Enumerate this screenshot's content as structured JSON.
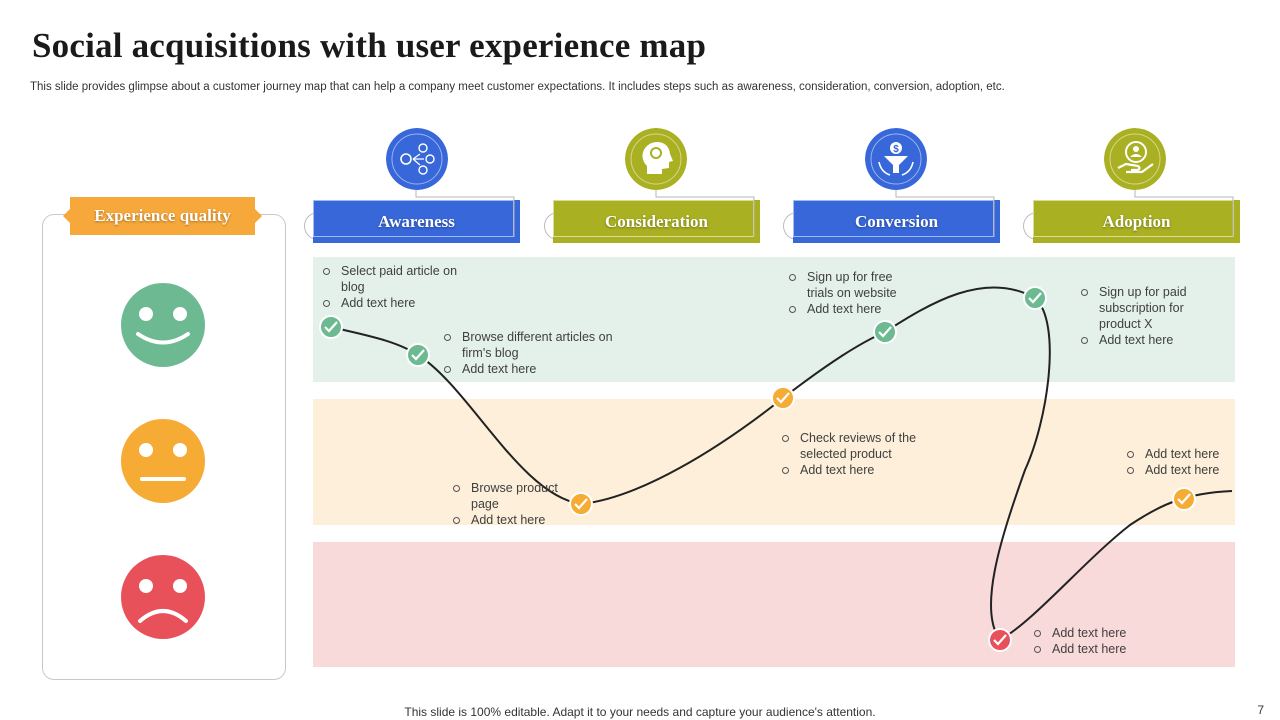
{
  "title": "Social acquisitions with user experience map",
  "subtitle": "This slide provides glimpse about a customer journey map that can help a company meet customer expectations. It includes steps such as awareness, consideration, conversion, adoption, etc.",
  "experience_quality": {
    "label": "Experience quality",
    "levels": [
      {
        "name": "happy",
        "color": "#6dba92"
      },
      {
        "name": "neutral",
        "color": "#f6ab34"
      },
      {
        "name": "sad",
        "color": "#e8515a"
      }
    ]
  },
  "bands": {
    "positive": "#e4f1ea",
    "neutral": "#fdefd9",
    "negative": "#f9dadb"
  },
  "stages": [
    {
      "label": "Awareness",
      "color": "#3767d9",
      "icon": "users-network-icon"
    },
    {
      "label": "Consideration",
      "color": "#a9b022",
      "icon": "head-magnifier-icon"
    },
    {
      "label": "Conversion",
      "color": "#3767d9",
      "icon": "money-funnel-icon"
    },
    {
      "label": "Adoption",
      "color": "#a9b022",
      "icon": "hand-person-icon"
    }
  ],
  "notes": {
    "n1": [
      "Select paid article on blog",
      "Add text here"
    ],
    "n2": [
      "Browse different articles on firm's blog",
      "Add text here"
    ],
    "n3": [
      "Browse product page",
      "Add text here"
    ],
    "n4": [
      "Check reviews  of the selected product",
      "Add text here"
    ],
    "n5": [
      "Sign up for free trials on website",
      "Add text here"
    ],
    "n6": [
      "Sign up for paid subscription for product X",
      "Add text here"
    ],
    "n7": [
      "Add text here",
      "Add text here"
    ],
    "n8": [
      "Add text here",
      "Add text here"
    ]
  },
  "footer": "This slide is 100% editable. Adapt it to your needs and capture your audience's attention.",
  "page_number": "7"
}
